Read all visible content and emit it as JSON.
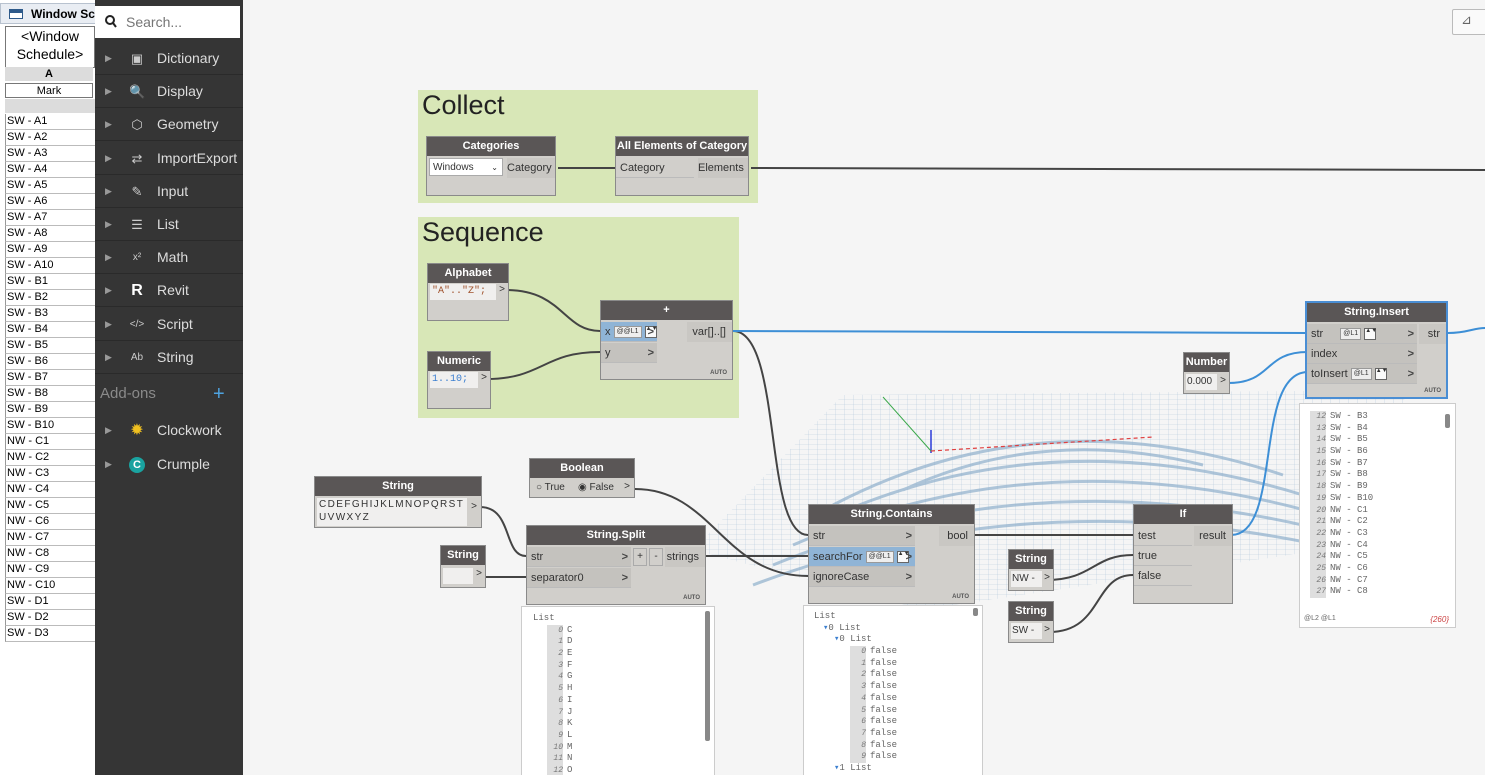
{
  "colors": {
    "accent": "#4a8ed4",
    "group_bg": "#d8e7b7",
    "node_header": "#5a5656",
    "library_bg": "#353535",
    "addon_plus": "#4ea3e0"
  },
  "schedule": {
    "tab_title": "Window Sc",
    "title": "<Window Schedule>",
    "column_letter": "A",
    "column_header": "Mark",
    "rows": [
      "SW - A1",
      "SW - A2",
      "SW - A3",
      "SW - A4",
      "SW - A5",
      "SW - A6",
      "SW - A7",
      "SW - A8",
      "SW - A9",
      "SW - A10",
      "SW - B1",
      "SW - B2",
      "SW - B3",
      "SW - B4",
      "SW - B5",
      "SW - B6",
      "SW - B7",
      "SW - B8",
      "SW - B9",
      "SW - B10",
      "NW - C1",
      "NW - C2",
      "NW - C3",
      "NW - C4",
      "NW - C5",
      "NW - C6",
      "NW - C7",
      "NW - C8",
      "NW - C9",
      "NW - C10",
      "SW - D1",
      "SW - D2",
      "SW - D3"
    ]
  },
  "library": {
    "search_placeholder": "Search...",
    "categories": [
      {
        "label": "Dictionary",
        "icon": "dictionary-icon"
      },
      {
        "label": "Display",
        "icon": "display-icon"
      },
      {
        "label": "Geometry",
        "icon": "geometry-icon"
      },
      {
        "label": "ImportExport",
        "icon": "import-export-icon"
      },
      {
        "label": "Input",
        "icon": "input-icon"
      },
      {
        "label": "List",
        "icon": "list-icon"
      },
      {
        "label": "Math",
        "icon": "math-icon"
      },
      {
        "label": "Revit",
        "icon": "revit-icon"
      },
      {
        "label": "Script",
        "icon": "script-icon"
      },
      {
        "label": "String",
        "icon": "string-icon"
      }
    ],
    "addons_label": "Add-ons",
    "addons": [
      {
        "label": "Clockwork",
        "icon": "clockwork-icon"
      },
      {
        "label": "Crumple",
        "icon": "crumple-icon"
      }
    ]
  },
  "groups": {
    "collect": "Collect",
    "sequence": "Sequence"
  },
  "nodes": {
    "categories": {
      "title": "Categories",
      "value": "Windows",
      "out": "Category"
    },
    "all_elements": {
      "title": "All Elements of Category",
      "in": "Category",
      "out": "Elements"
    },
    "alphabet": {
      "title": "Alphabet",
      "code": "\"A\"..\"Z\";"
    },
    "numeric": {
      "title": "Numeric",
      "code": "1..10;"
    },
    "plus": {
      "title": "+",
      "in_x": "x",
      "in_y": "y",
      "out": "var[]..[]",
      "lacing": "@@L1",
      "auto": "AUTO"
    },
    "string_input": {
      "title": "String",
      "value_line1": "CDEFGHIJKLMNOPQRST",
      "value_line2": "UVWXYZ"
    },
    "boolean": {
      "title": "Boolean",
      "opt_true": "True",
      "opt_false": "False"
    },
    "string_sep": {
      "title": "String"
    },
    "split": {
      "title": "String.Split",
      "in_str": "str",
      "in_sep": "separator0",
      "out": "strings",
      "auto": "AUTO"
    },
    "contains": {
      "title": "String.Contains",
      "in_str": "str",
      "in_search": "searchFor",
      "in_ignore": "ignoreCase",
      "out": "bool",
      "lacing": "@@L1",
      "auto": "AUTO"
    },
    "string_nw": {
      "title": "String",
      "value": "NW -"
    },
    "string_sw": {
      "title": "String",
      "value": "SW -"
    },
    "if": {
      "title": "If",
      "in_test": "test",
      "in_true": "true",
      "in_false": "false",
      "out": "result"
    },
    "number": {
      "title": "Number",
      "value": "0.000"
    },
    "insert": {
      "title": "String.Insert",
      "in_str": "str",
      "in_index": "index",
      "in_insert": "toInsert",
      "out": "str",
      "lacing": "@L1",
      "auto": "AUTO"
    }
  },
  "previews": {
    "split": {
      "header": "List",
      "items": [
        [
          "0",
          "C"
        ],
        [
          "1",
          "D"
        ],
        [
          "2",
          "E"
        ],
        [
          "3",
          "F"
        ],
        [
          "4",
          "G"
        ],
        [
          "5",
          "H"
        ],
        [
          "6",
          "I"
        ],
        [
          "7",
          "J"
        ],
        [
          "8",
          "K"
        ],
        [
          "9",
          "L"
        ],
        [
          "10",
          "M"
        ],
        [
          "11",
          "N"
        ],
        [
          "12",
          "O"
        ]
      ]
    },
    "contains": {
      "header": "List",
      "sub0": "0 List",
      "sub00": "0 List",
      "items": [
        [
          "0",
          "false"
        ],
        [
          "1",
          "false"
        ],
        [
          "2",
          "false"
        ],
        [
          "3",
          "false"
        ],
        [
          "4",
          "false"
        ],
        [
          "5",
          "false"
        ],
        [
          "6",
          "false"
        ],
        [
          "7",
          "false"
        ],
        [
          "8",
          "false"
        ],
        [
          "9",
          "false"
        ]
      ],
      "sub1": "1 List"
    },
    "insert": {
      "items": [
        [
          "12",
          "SW - B3"
        ],
        [
          "13",
          "SW - B4"
        ],
        [
          "14",
          "SW - B5"
        ],
        [
          "15",
          "SW - B6"
        ],
        [
          "16",
          "SW - B7"
        ],
        [
          "17",
          "SW - B8"
        ],
        [
          "18",
          "SW - B9"
        ],
        [
          "19",
          "SW - B10"
        ],
        [
          "20",
          "NW - C1"
        ],
        [
          "21",
          "NW - C2"
        ],
        [
          "22",
          "NW - C3"
        ],
        [
          "23",
          "NW - C4"
        ],
        [
          "24",
          "NW - C5"
        ],
        [
          "25",
          "NW - C6"
        ],
        [
          "26",
          "NW - C7"
        ],
        [
          "27",
          "NW - C8"
        ]
      ],
      "footer_levels": "@L2 @L1",
      "footer_count": "{260}"
    }
  }
}
